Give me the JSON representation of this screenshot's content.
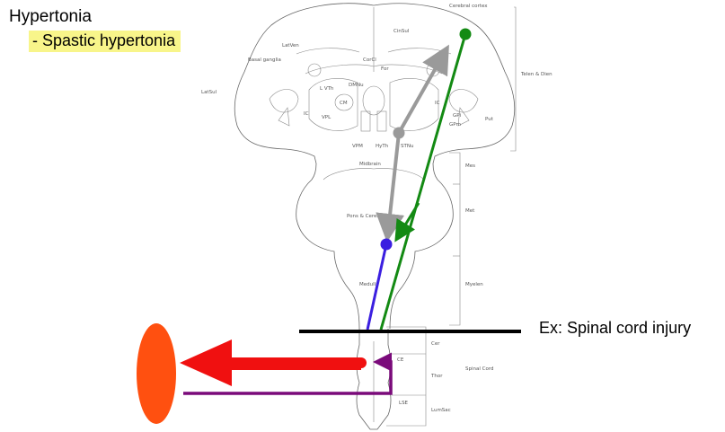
{
  "title": "Hypertonia",
  "subtitle": "- Spastic hypertonia",
  "injury_label": "Ex: Spinal cord injury",
  "colors": {
    "highlight": "#f8f58a",
    "green_pathway": "#138a13",
    "gray_pathway": "#9a9a9a",
    "blue_pathway": "#3b1fe0",
    "red_pathway": "#f01010",
    "purple_pathway": "#7a0a7a",
    "muscle": "#ff5010",
    "lesion": "#000000"
  },
  "brain_labels": {
    "cerebral_cortex": "Cerebral cortex",
    "cin_sul": "CinSul",
    "lat_ven": "LatVen",
    "basal_ganglia": "Basal ganglia",
    "cor_cl": "CorCl",
    "for": "For",
    "lat_sul": "LatSul",
    "l_vt": "L VTh",
    "dm_nu": "DMNu",
    "cm": "CM",
    "ic_left": "IC",
    "vpl": "VPL",
    "ic_right": "IC",
    "gpi": "GPi",
    "gpm": "GPm",
    "put": "Put",
    "vpm": "VPM",
    "hy_th": "HyTh",
    "stn": "STNu",
    "telen_dien": "Telen & Dien",
    "midbrain": "Midbrain",
    "pons": "Pons & Cerebellum",
    "medulla": "Medulla",
    "mes": "Mes",
    "met": "Met",
    "myelen": "Myelen",
    "cer": "Cer",
    "ce": "CE",
    "thor": "Thor",
    "spinal_cord": "Spinal Cord",
    "lse": "LSE",
    "lum_sac": "LumSac"
  }
}
